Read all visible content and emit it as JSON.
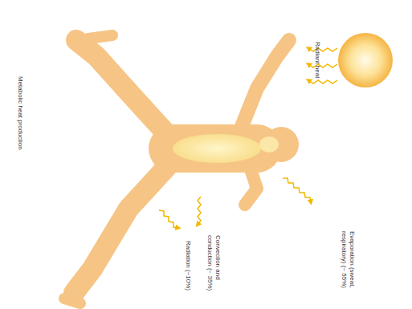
{
  "diagram": {
    "labels": [
      "Radiant heat",
      "Evaporation (sweat, respiratory) (~ 55%)",
      "Convection and conduction (~ 35%)",
      "Radiation (~10%)",
      "Metabolic heat production"
    ]
  }
}
